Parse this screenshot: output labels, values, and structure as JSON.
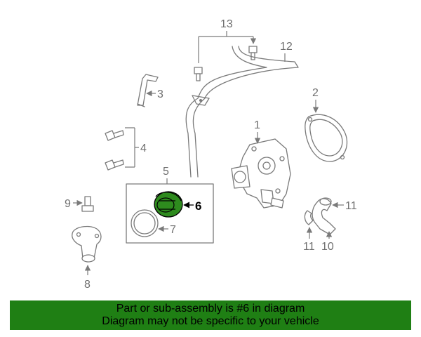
{
  "diagram": {
    "callouts": [
      "1",
      "2",
      "3",
      "4",
      "5",
      "6",
      "7",
      "8",
      "9",
      "10",
      "11",
      "11",
      "12",
      "13"
    ],
    "highlight_color": "#2e8b1e"
  },
  "banner": {
    "line1": "Part or sub-assembly is #6 in diagram",
    "line2": "Diagram may not be specific to your vehicle",
    "color": "#1f7f14"
  }
}
